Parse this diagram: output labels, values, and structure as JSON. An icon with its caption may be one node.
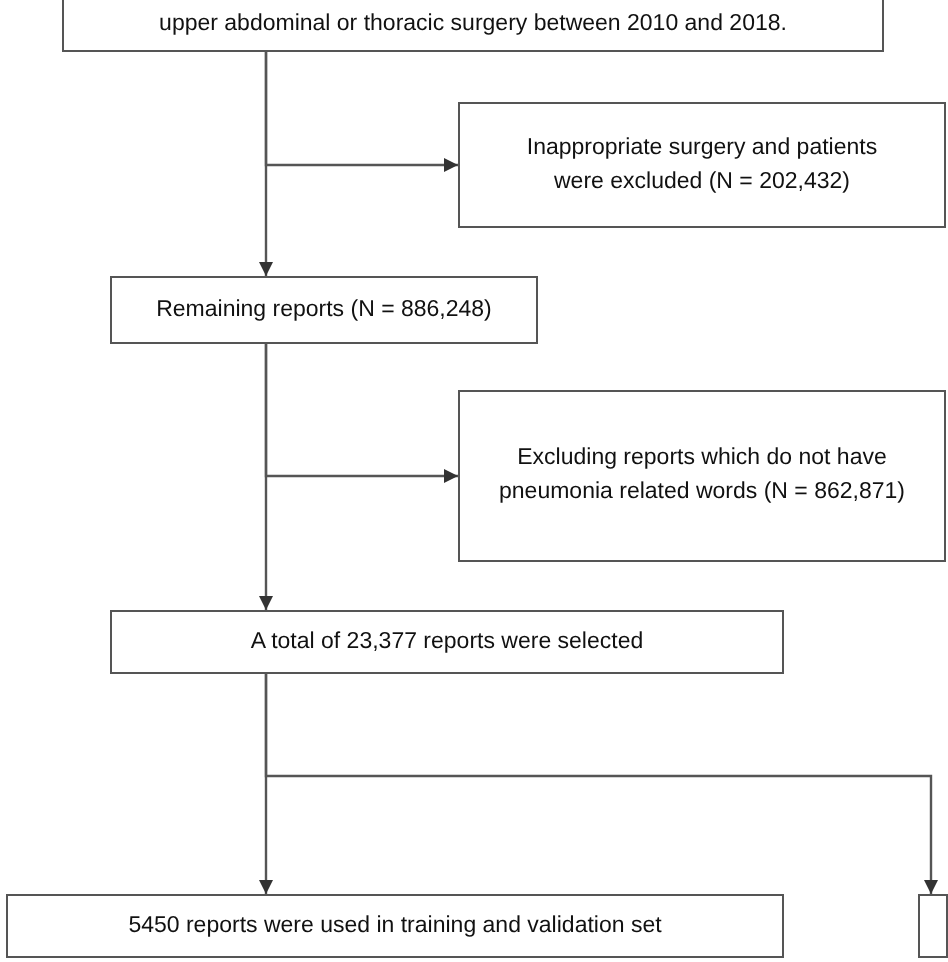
{
  "diagram": {
    "nodes": [
      {
        "text": [
          "upper abdominal or thoracic surgery between 2010 and 2018."
        ]
      },
      {
        "text": [
          "Inappropriate surgery and patients were excluded (N = 202,432)"
        ]
      },
      {
        "text": [
          "Remaining reports (N = 886,248)"
        ]
      },
      {
        "text": [
          "Excluding reports which do not have pneumonia related words (N = 862,871)"
        ]
      },
      {
        "text": [
          "A total of 23,377 reports were selected"
        ]
      },
      {
        "text": [
          "5450 reports were used in training and validation set"
        ]
      },
      {
        "text": [],
        "shape": "box"
      }
    ],
    "edges": [
      {
        "from": 0,
        "to": 2,
        "arrow": "to"
      },
      {
        "from": 0,
        "to": 1,
        "arrow": "to"
      },
      {
        "from": 2,
        "to": 4,
        "arrow": "to"
      },
      {
        "from": 2,
        "to": 3,
        "arrow": "to"
      },
      {
        "from": 4,
        "to": 5,
        "arrow": "to"
      },
      {
        "from": 4,
        "to": 6,
        "arrow": "to"
      }
    ]
  }
}
